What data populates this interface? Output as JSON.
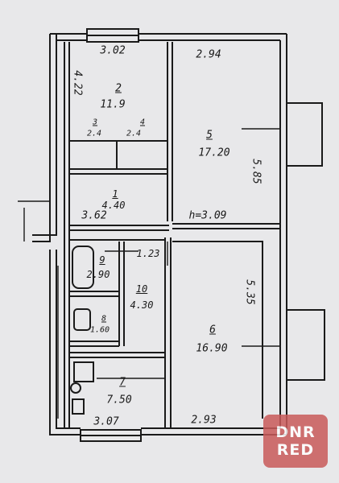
{
  "watermark": {
    "line1": "DNR",
    "line2": "RED"
  },
  "dimensions": {
    "room2_top": "3.02",
    "room5_top": "2.94",
    "room2_left": "4.22",
    "room5_right": "5.85",
    "corridor_width": "3.62",
    "ceiling_height": "h=3.09",
    "corridor_small": "1.23",
    "room6_right": "5.35",
    "kitchen_bottom": "3.07",
    "room6_bottom": "2.93"
  },
  "rooms": [
    {
      "number": "2",
      "area": "11.9"
    },
    {
      "number": "3",
      "area": "2.4"
    },
    {
      "number": "4",
      "area": "2.4"
    },
    {
      "number": "5",
      "area": "17.20"
    },
    {
      "number": "1",
      "area": "4.40"
    },
    {
      "number": "9",
      "area": "2.90"
    },
    {
      "number": "10",
      "area": "4.30"
    },
    {
      "number": "8",
      "area": "1.60"
    },
    {
      "number": "6",
      "area": "16.90"
    },
    {
      "number": "7",
      "area": "7.50"
    }
  ],
  "colors": {
    "paper": "#e8e8ea",
    "ink": "#1a1a1a",
    "watermark": "#c95a5a"
  }
}
